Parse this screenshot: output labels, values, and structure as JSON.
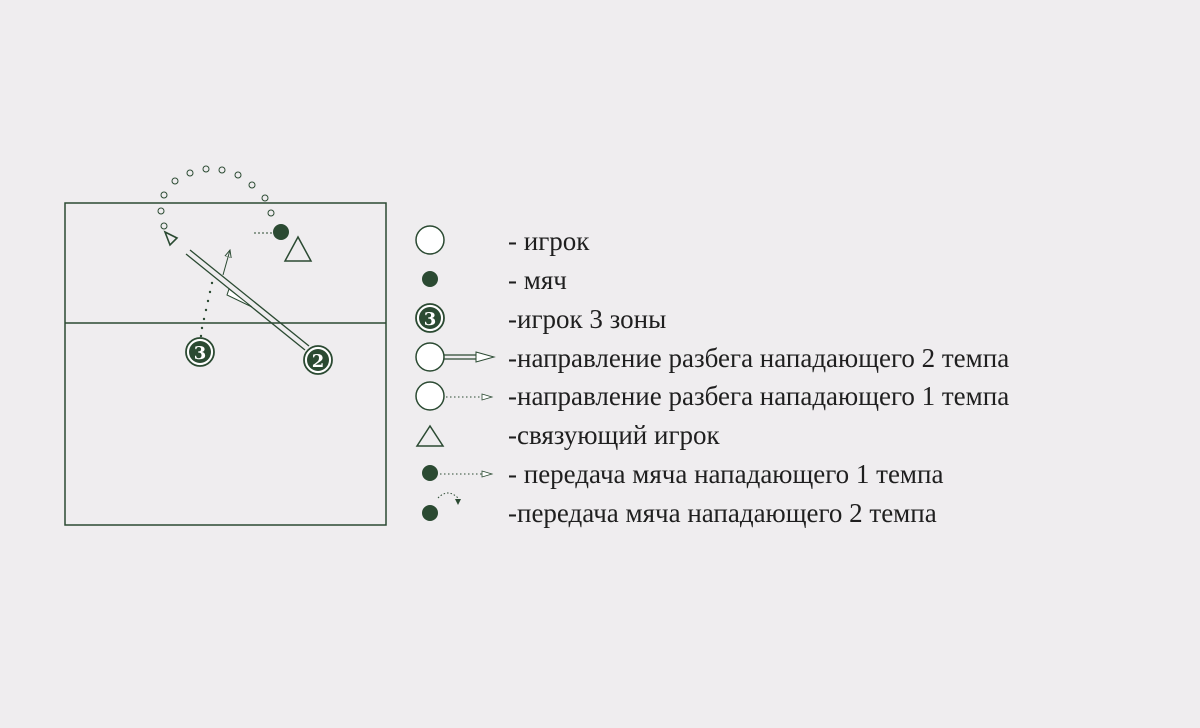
{
  "colors": {
    "background": "#efedef",
    "primary": "#2b4a32",
    "text": "#1f1f1f"
  },
  "court": {
    "players": [
      {
        "number": "3",
        "role": "attacker-zone-3"
      },
      {
        "number": "2",
        "role": "attacker-zone-2"
      }
    ]
  },
  "legend": {
    "items": [
      {
        "symbol": "open-circle",
        "label": "- игрок"
      },
      {
        "symbol": "filled-circle",
        "label": "- мяч"
      },
      {
        "symbol": "numbered-circle",
        "number": "3",
        "label": "-игрок 3 зоны"
      },
      {
        "symbol": "circle-with-solid-arrow",
        "label": "-направление разбега нападающего 2 темпа"
      },
      {
        "symbol": "circle-with-dotted-arrow",
        "label": "-направление разбега нападающего 1 темпа"
      },
      {
        "symbol": "triangle",
        "label": "-связующий игрок"
      },
      {
        "symbol": "ball-with-dotted-arrow",
        "label": "- передача мяча нападающего 1 темпа"
      },
      {
        "symbol": "ball-with-arc-arrow",
        "label": "-передача мяча нападающего 2 темпа"
      }
    ]
  }
}
